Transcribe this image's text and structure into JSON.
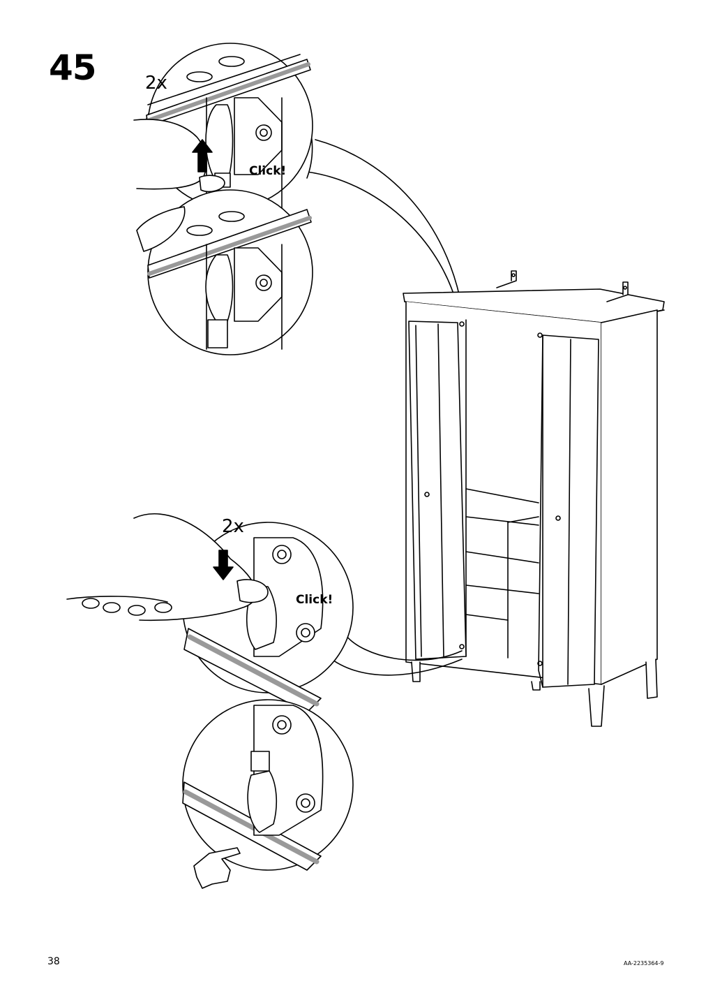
{
  "step": {
    "number": "45"
  },
  "callouts": {
    "top_quantity": "2x",
    "top_click": "Click!",
    "bottom_quantity": "2x",
    "bottom_click": "Click!"
  },
  "footer": {
    "page_number": "38",
    "doc_code": "AA-2235364-9"
  },
  "icons": [
    "hand-pointing-icon",
    "arrow-up-icon",
    "arrow-down-icon",
    "hinge-icon",
    "cabinet-icon"
  ]
}
